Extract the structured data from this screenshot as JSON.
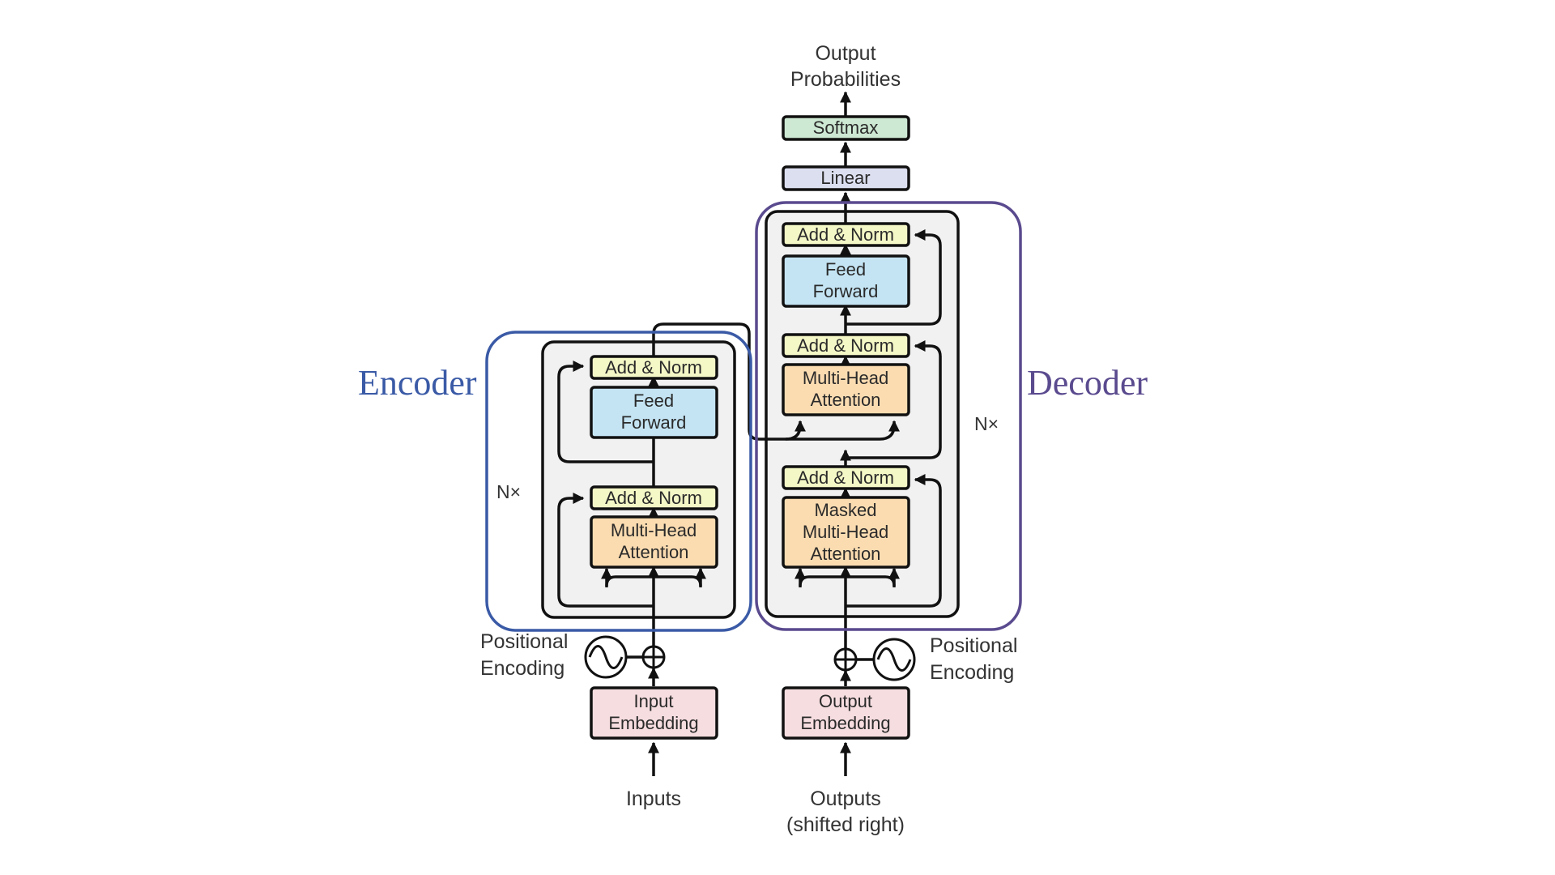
{
  "labels": {
    "encoder": "Encoder",
    "decoder": "Decoder",
    "enc_nx": "N×",
    "dec_nx": "N×",
    "output_prob_1": "Output",
    "output_prob_2": "Probabilities",
    "inputs": "Inputs",
    "outputs_1": "Outputs",
    "outputs_2": "(shifted right)",
    "pos_enc_left_1": "Positional",
    "pos_enc_left_2": "Encoding",
    "pos_enc_right_1": "Positional",
    "pos_enc_right_2": "Encoding"
  },
  "blocks": {
    "softmax": "Softmax",
    "linear": "Linear",
    "enc_addnorm_top": "Add & Norm",
    "enc_ff_1": "Feed",
    "enc_ff_2": "Forward",
    "enc_addnorm_bot": "Add & Norm",
    "enc_mha_1": "Multi-Head",
    "enc_mha_2": "Attention",
    "input_emb_1": "Input",
    "input_emb_2": "Embedding",
    "dec_addnorm_top": "Add & Norm",
    "dec_ff_1": "Feed",
    "dec_ff_2": "Forward",
    "dec_addnorm_mid": "Add & Norm",
    "dec_mha_1": "Multi-Head",
    "dec_mha_2": "Attention",
    "dec_addnorm_bot": "Add & Norm",
    "dec_mmha_1": "Masked",
    "dec_mmha_2": "Multi-Head",
    "dec_mmha_3": "Attention",
    "output_emb_1": "Output",
    "output_emb_2": "Embedding"
  },
  "colors": {
    "encoder_outline": "#3a5aa6",
    "decoder_outline": "#5a4a8e",
    "stack_fill": "#f1f1f1",
    "add_norm": "#f4f7c6",
    "feed_forward": "#c4e4f3",
    "attention": "#fbdcb1",
    "embedding": "#f6dde0",
    "softmax": "#cde8d3",
    "linear": "#dcdff0"
  }
}
